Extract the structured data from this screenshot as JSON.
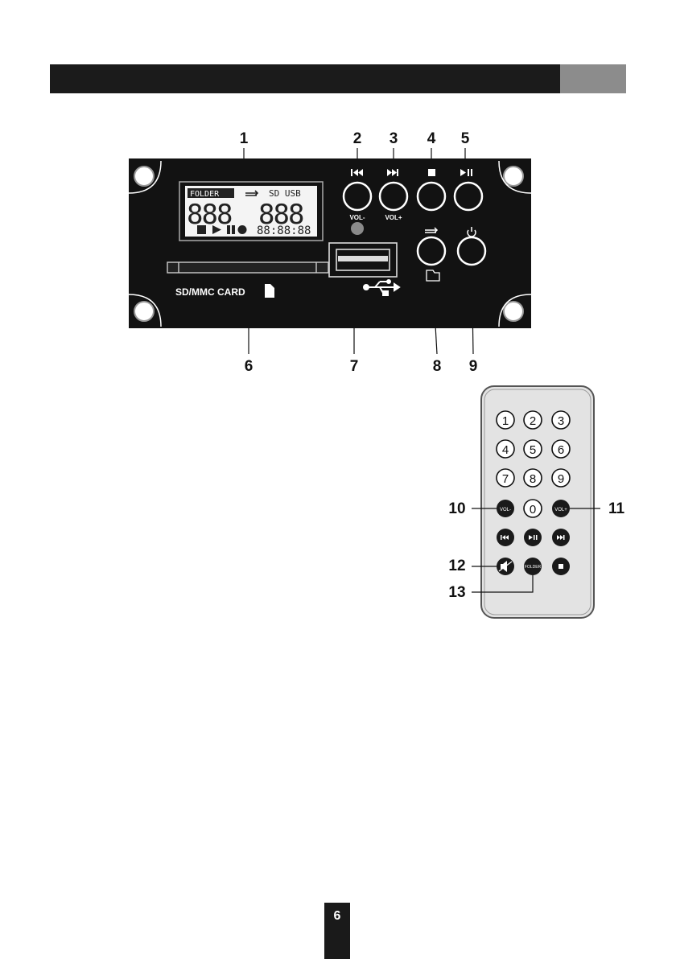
{
  "page": {
    "number": "6"
  },
  "panel": {
    "callouts": [
      "1",
      "2",
      "3",
      "4",
      "5",
      "6",
      "7",
      "8",
      "9"
    ],
    "lcd": {
      "folder": "FOLDER",
      "sources": "SD USB",
      "digits_left": "888",
      "digits_right": "888",
      "time": "88:88:88"
    },
    "vol_minus": "VOL-",
    "vol_plus": "VOL+",
    "card_label": "SD/MMC CARD"
  },
  "remote": {
    "callouts": [
      "10",
      "11",
      "12",
      "13"
    ],
    "digits": [
      "1",
      "2",
      "3",
      "4",
      "5",
      "6",
      "7",
      "8",
      "9",
      "0"
    ],
    "vol_minus": "VOL-",
    "vol_plus": "VOL+",
    "folder": "FOLDER"
  },
  "icons": [
    "prev-track-icon",
    "next-track-icon",
    "stop-icon",
    "play-pause-icon",
    "repeat-icon",
    "folder-icon",
    "power-icon",
    "usb-icon",
    "sd-card-icon",
    "mute-icon"
  ]
}
